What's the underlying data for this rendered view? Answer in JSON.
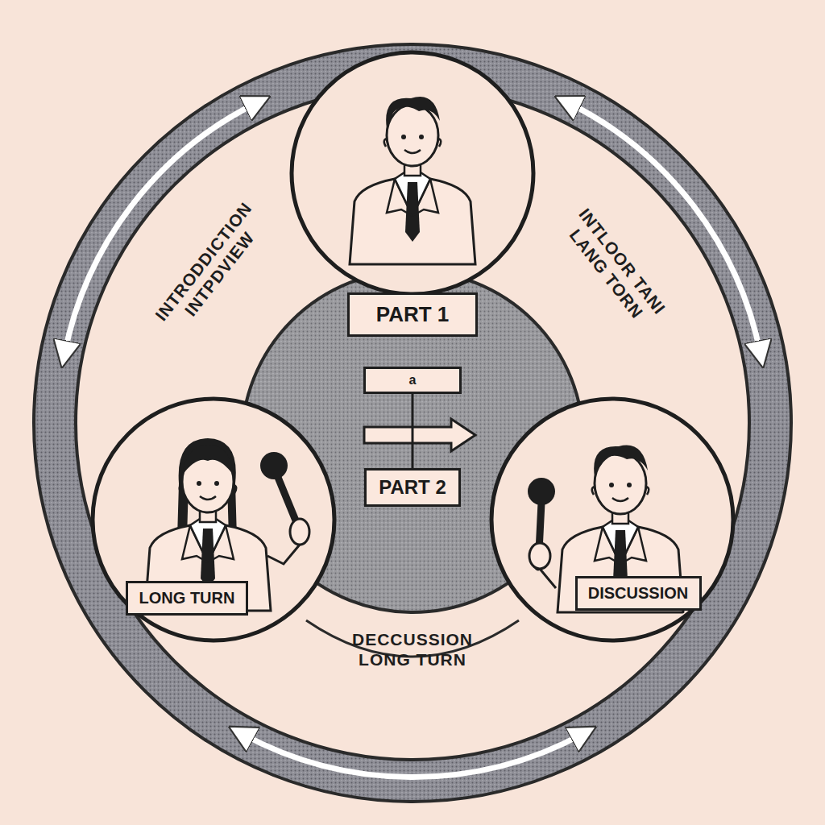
{
  "diagram": {
    "nodes": [
      {
        "text": [
          "PART 1"
        ]
      },
      {
        "text": [
          "a"
        ]
      },
      {
        "text": [
          "PART 2"
        ]
      },
      {
        "text": [
          "LONG TURN"
        ]
      },
      {
        "text": [
          "DISCUSSION"
        ]
      }
    ],
    "edges": [
      {
        "from": 1,
        "to": 2,
        "arrow": "none"
      }
    ],
    "labels": [
      "INTRODDICTION INTPDVIEW",
      "INTLOOR TANI LANG TORN",
      "DECCUSSION LONG TURN"
    ]
  }
}
